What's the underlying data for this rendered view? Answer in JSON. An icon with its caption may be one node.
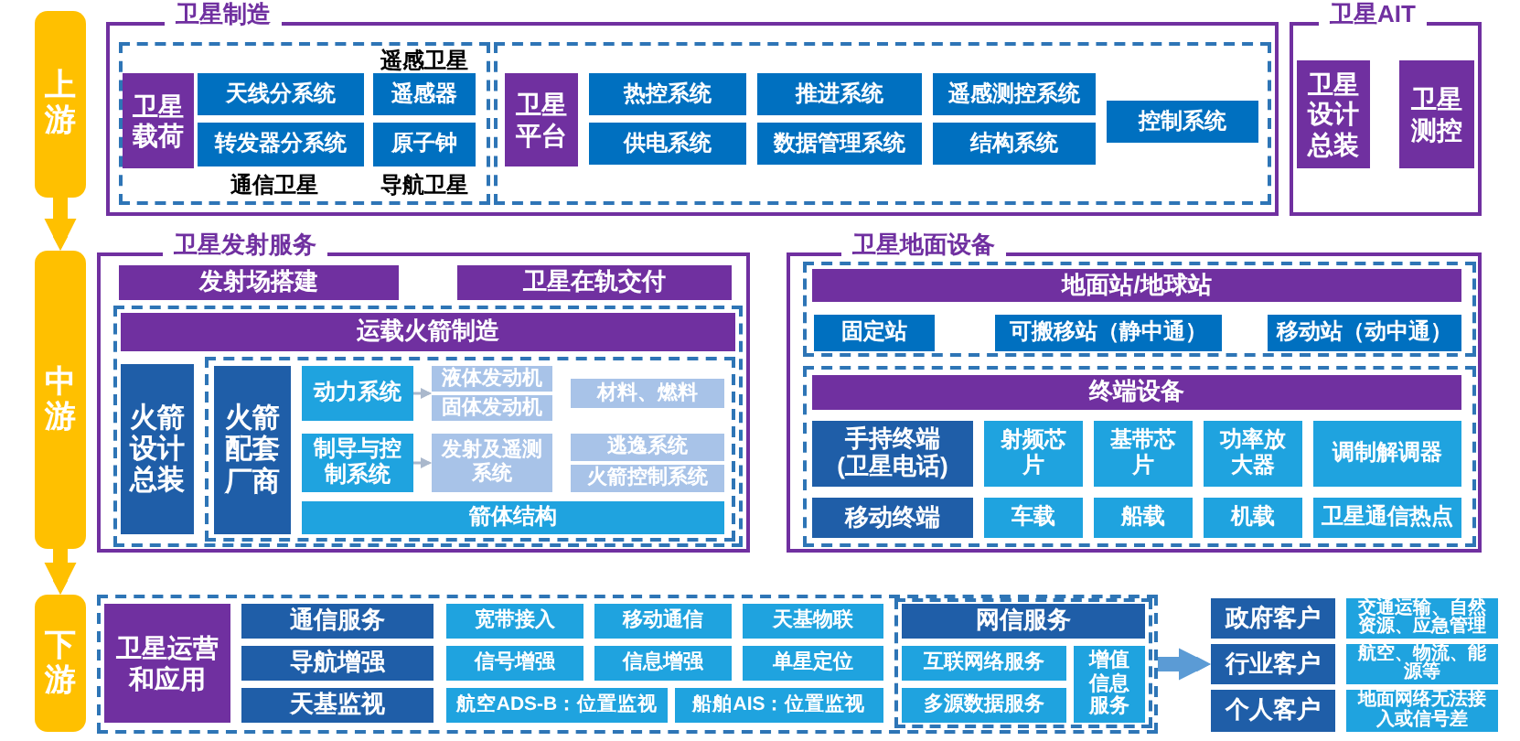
{
  "diagram": {
    "nodes": [
      {
        "text": [
          "上游"
        ]
      },
      {
        "text": [
          "卫星制造"
        ]
      },
      {
        "text": [],
        "shape": "box",
        "in": 1
      },
      {
        "text": [
          "卫星载荷"
        ],
        "in": 2
      },
      {
        "text": [
          "天线分系统"
        ],
        "in": 2
      },
      {
        "text": [
          "遥感器"
        ],
        "in": 2
      },
      {
        "text": [
          "转发器分系统"
        ],
        "in": 2
      },
      {
        "text": [
          "原子钟"
        ],
        "in": 2
      },
      {
        "text": [],
        "shape": "box",
        "in": 1
      },
      {
        "text": [
          "卫星平台"
        ],
        "in": 8
      },
      {
        "text": [
          "热控系统"
        ],
        "in": 8
      },
      {
        "text": [
          "推进系统"
        ],
        "in": 8
      },
      {
        "text": [
          "遥感测控系统"
        ],
        "in": 8
      },
      {
        "text": [
          "控制系统"
        ],
        "in": 8
      },
      {
        "text": [
          "供电系统"
        ],
        "in": 8
      },
      {
        "text": [
          "数据管理系统"
        ],
        "in": 8
      },
      {
        "text": [
          "结构系统"
        ],
        "in": 8
      },
      {
        "text": [
          "卫星AIT"
        ]
      },
      {
        "text": [
          "卫星设计总装"
        ],
        "in": 17
      },
      {
        "text": [
          "卫星测控"
        ],
        "in": 17
      },
      {
        "text": [
          "中游"
        ]
      },
      {
        "text": [
          "卫星发射服务"
        ]
      },
      {
        "text": [
          "发射场搭建"
        ],
        "in": 21
      },
      {
        "text": [
          "卫星在轨交付"
        ],
        "in": 21
      },
      {
        "text": [],
        "shape": "box",
        "in": 21
      },
      {
        "text": [
          "运载火箭制造"
        ],
        "in": 24
      },
      {
        "text": [
          "火箭设计总装"
        ],
        "in": 24
      },
      {
        "text": [],
        "shape": "box",
        "in": 24
      },
      {
        "text": [
          "火箭配套厂商"
        ],
        "in": 27
      },
      {
        "text": [
          "动力系统"
        ],
        "in": 27
      },
      {
        "text": [
          "液体发动机"
        ],
        "in": 27
      },
      {
        "text": [
          "材料、燃料"
        ],
        "in": 27
      },
      {
        "text": [
          "固体发动机"
        ],
        "in": 27
      },
      {
        "text": [
          "制导与控制系统"
        ],
        "in": 27
      },
      {
        "text": [
          "发射及遥测系统"
        ],
        "in": 27
      },
      {
        "text": [
          "逃逸系统"
        ],
        "in": 27
      },
      {
        "text": [
          "火箭控制系统"
        ],
        "in": 27
      },
      {
        "text": [
          "箭体结构"
        ],
        "in": 27
      },
      {
        "text": [
          "卫星地面设备"
        ]
      },
      {
        "text": [],
        "shape": "box",
        "in": 38
      },
      {
        "text": [
          "地面站/地球站"
        ],
        "in": 39
      },
      {
        "text": [
          "固定站"
        ],
        "in": 39
      },
      {
        "text": [
          "可搬移站（静中通）"
        ],
        "in": 39
      },
      {
        "text": [
          "移动站（动中通）"
        ],
        "in": 39
      },
      {
        "text": [],
        "shape": "box",
        "in": 38
      },
      {
        "text": [
          "终端设备"
        ],
        "in": 44
      },
      {
        "text": [
          "手持终端(卫星电话)"
        ],
        "in": 44
      },
      {
        "text": [
          "射频芯片"
        ],
        "in": 44
      },
      {
        "text": [
          "基带芯片"
        ],
        "in": 44
      },
      {
        "text": [
          "功率放大器"
        ],
        "in": 44
      },
      {
        "text": [
          "调制解调器"
        ],
        "in": 44
      },
      {
        "text": [
          "移动终端"
        ],
        "in": 44
      },
      {
        "text": [
          "车载"
        ],
        "in": 44
      },
      {
        "text": [
          "船载"
        ],
        "in": 44
      },
      {
        "text": [
          "机载"
        ],
        "in": 44
      },
      {
        "text": [
          "卫星通信热点"
        ],
        "in": 44
      },
      {
        "text": [
          "下游"
        ]
      },
      {
        "text": [],
        "shape": "box"
      },
      {
        "text": [
          "卫星运营和应用"
        ],
        "in": 57
      },
      {
        "text": [
          "通信服务"
        ],
        "in": 57
      },
      {
        "text": [
          "宽带接入"
        ],
        "in": 57
      },
      {
        "text": [
          "移动通信"
        ],
        "in": 57
      },
      {
        "text": [
          "天基物联"
        ],
        "in": 57
      },
      {
        "text": [
          "导航增强"
        ],
        "in": 57
      },
      {
        "text": [
          "信号增强"
        ],
        "in": 57
      },
      {
        "text": [
          "信息增强"
        ],
        "in": 57
      },
      {
        "text": [
          "单星定位"
        ],
        "in": 57
      },
      {
        "text": [
          "天基监视"
        ],
        "in": 57
      },
      {
        "text": [
          "航空ADS-B：位置监视"
        ],
        "in": 57
      },
      {
        "text": [
          "船舶AIS：位置监视"
        ],
        "in": 57
      },
      {
        "text": [],
        "shape": "box",
        "in": 57
      },
      {
        "text": [
          "网信服务"
        ],
        "in": 70
      },
      {
        "text": [
          "互联网络服务"
        ],
        "in": 70
      },
      {
        "text": [
          "增值信息服务"
        ],
        "in": 70
      },
      {
        "text": [
          "多源数据服务"
        ],
        "in": 70
      },
      {
        "text": [
          "政府客户"
        ]
      },
      {
        "text": [
          "交通运输、自然资源、应急管理"
        ]
      },
      {
        "text": [
          "行业客户"
        ]
      },
      {
        "text": [
          "航空、物流、能源等"
        ]
      },
      {
        "text": [
          "个人客户"
        ]
      },
      {
        "text": [
          "地面网络无法接入或信号差"
        ]
      }
    ],
    "edges": [
      {
        "from": 0,
        "to": 20,
        "arrow": "to",
        "style": "thick",
        "color": "#ffc000"
      },
      {
        "from": 20,
        "to": 56,
        "arrow": "to",
        "style": "thick",
        "color": "#ffc000"
      },
      {
        "from": 29,
        "to": 30,
        "arrow": "to"
      },
      {
        "from": 29,
        "to": 32,
        "arrow": "to"
      },
      {
        "from": 33,
        "to": 34,
        "arrow": "to"
      },
      {
        "from": 57,
        "to": 77,
        "arrow": "to",
        "style": "thick",
        "color": "#5b9bd5"
      }
    ],
    "labels": [
      "遥感卫星",
      "通信卫星",
      "导航卫星"
    ]
  }
}
